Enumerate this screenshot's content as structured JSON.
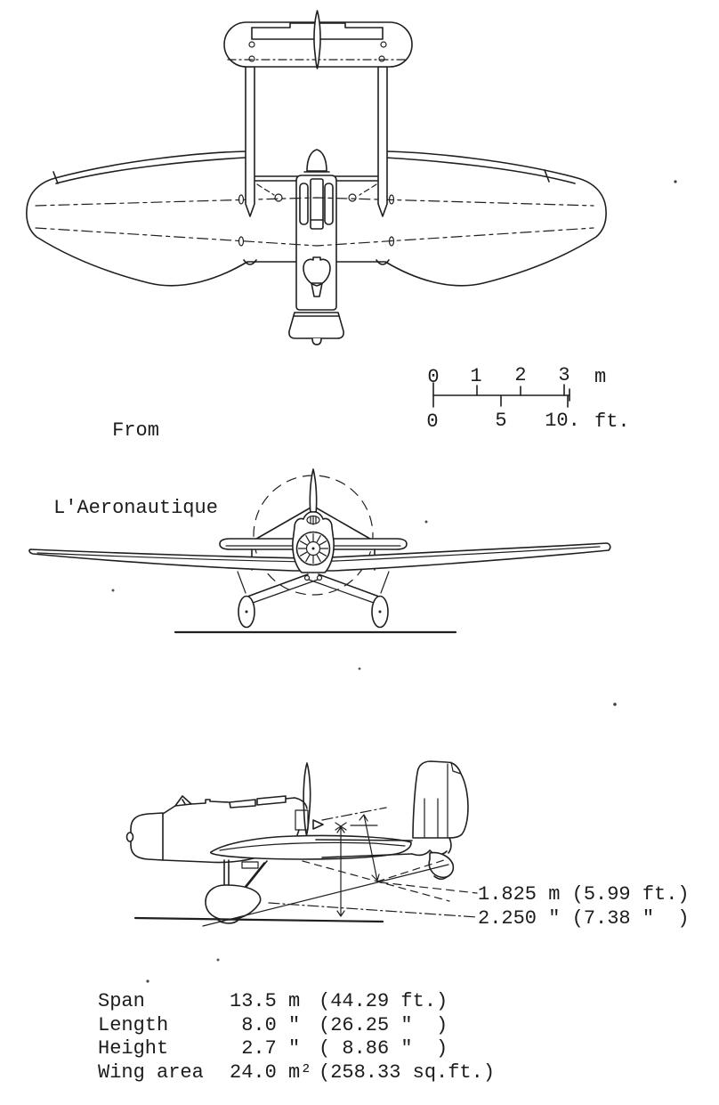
{
  "page": {
    "background": "#ffffff",
    "ink": "#1f1f1f"
  },
  "source_caption": {
    "line1": "From",
    "line2": "L'Aeronautique"
  },
  "scale_bar": {
    "meters": {
      "t0": "0",
      "t1": "1",
      "t2": "2",
      "t3": "3",
      "unit": "m"
    },
    "feet": {
      "t0": "0",
      "t1": "5",
      "t2": "10.",
      "unit": "ft."
    }
  },
  "side_annotations": {
    "height_line_1": "1.825 m (5.99 ft.)",
    "height_line_2": "2.250 \" (7.38 \"  )"
  },
  "dimensions_table": {
    "rows": [
      {
        "label": "Span",
        "metric": "13.5 m",
        "imperial": "(44.29 ft.)"
      },
      {
        "label": "Length",
        "metric": " 8.0 \"",
        "imperial": "(26.25 \"  )"
      },
      {
        "label": "Height",
        "metric": " 2.7 \"",
        "imperial": "( 8.86 \"  )"
      },
      {
        "label": "Wing area",
        "metric": "24.0 m²",
        "imperial": "(258.33 sq.ft.)"
      }
    ]
  }
}
